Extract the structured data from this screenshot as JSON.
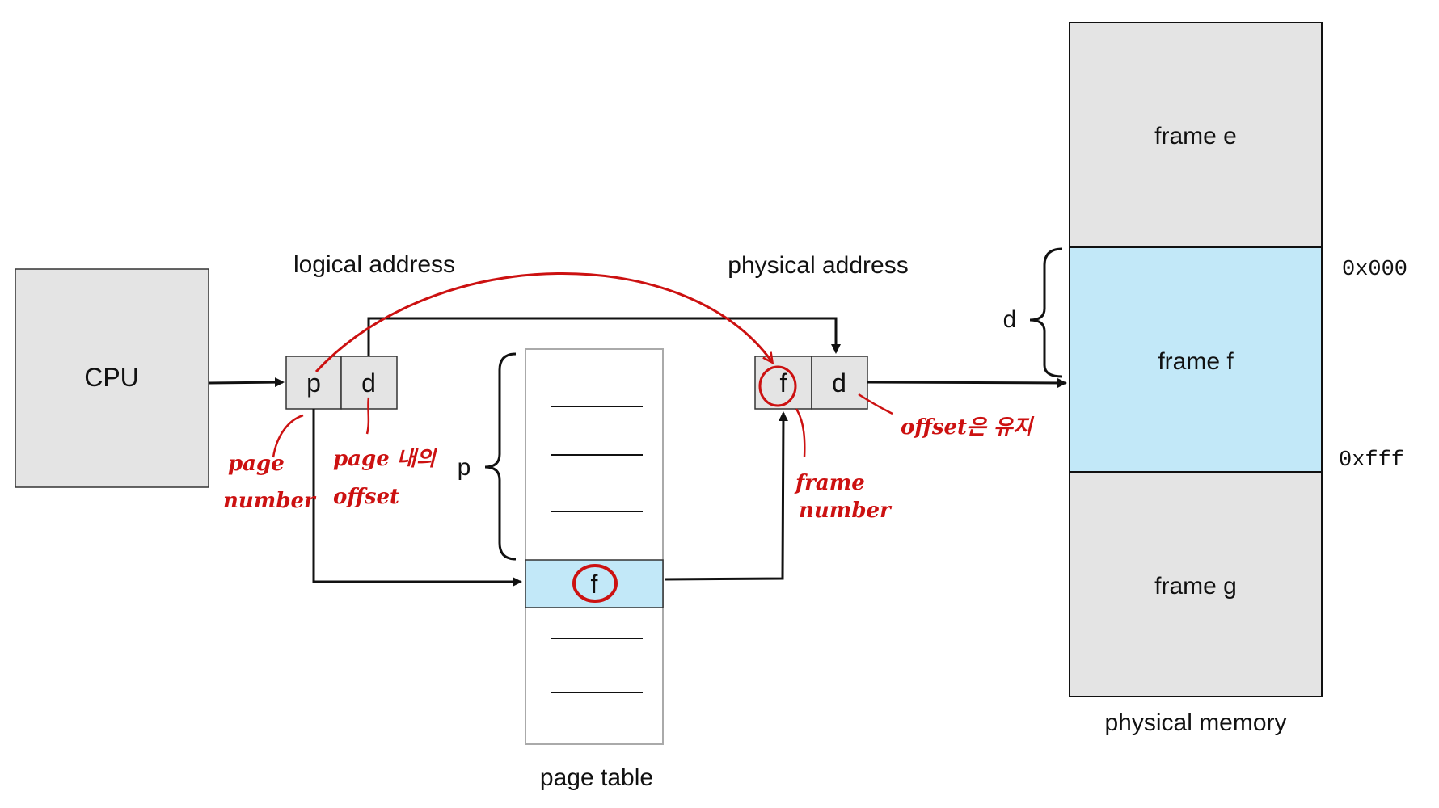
{
  "cpu": {
    "label": "CPU"
  },
  "logical_address": {
    "title": "logical address",
    "page": "p",
    "offset": "d"
  },
  "physical_address": {
    "title": "physical address",
    "frame": "f",
    "offset": "d"
  },
  "page_table": {
    "title": "page table",
    "entry": "f",
    "brace_label": "p"
  },
  "physical_memory": {
    "title": "physical memory",
    "frames": [
      "frame e",
      "frame f",
      "frame g"
    ],
    "start_addr": "0x000",
    "end_addr": "0xfff",
    "brace_label": "d"
  },
  "annotations": {
    "page_number": [
      "page",
      "number"
    ],
    "page_offset": [
      "page 내의",
      "offset"
    ],
    "frame_number": [
      "frame",
      "number"
    ],
    "offset_same": "offset은 유지"
  },
  "colors": {
    "box_gray": "#e4e4e4",
    "highlight_blue": "#c2e8f8",
    "annotation_red": "#cc1111"
  }
}
